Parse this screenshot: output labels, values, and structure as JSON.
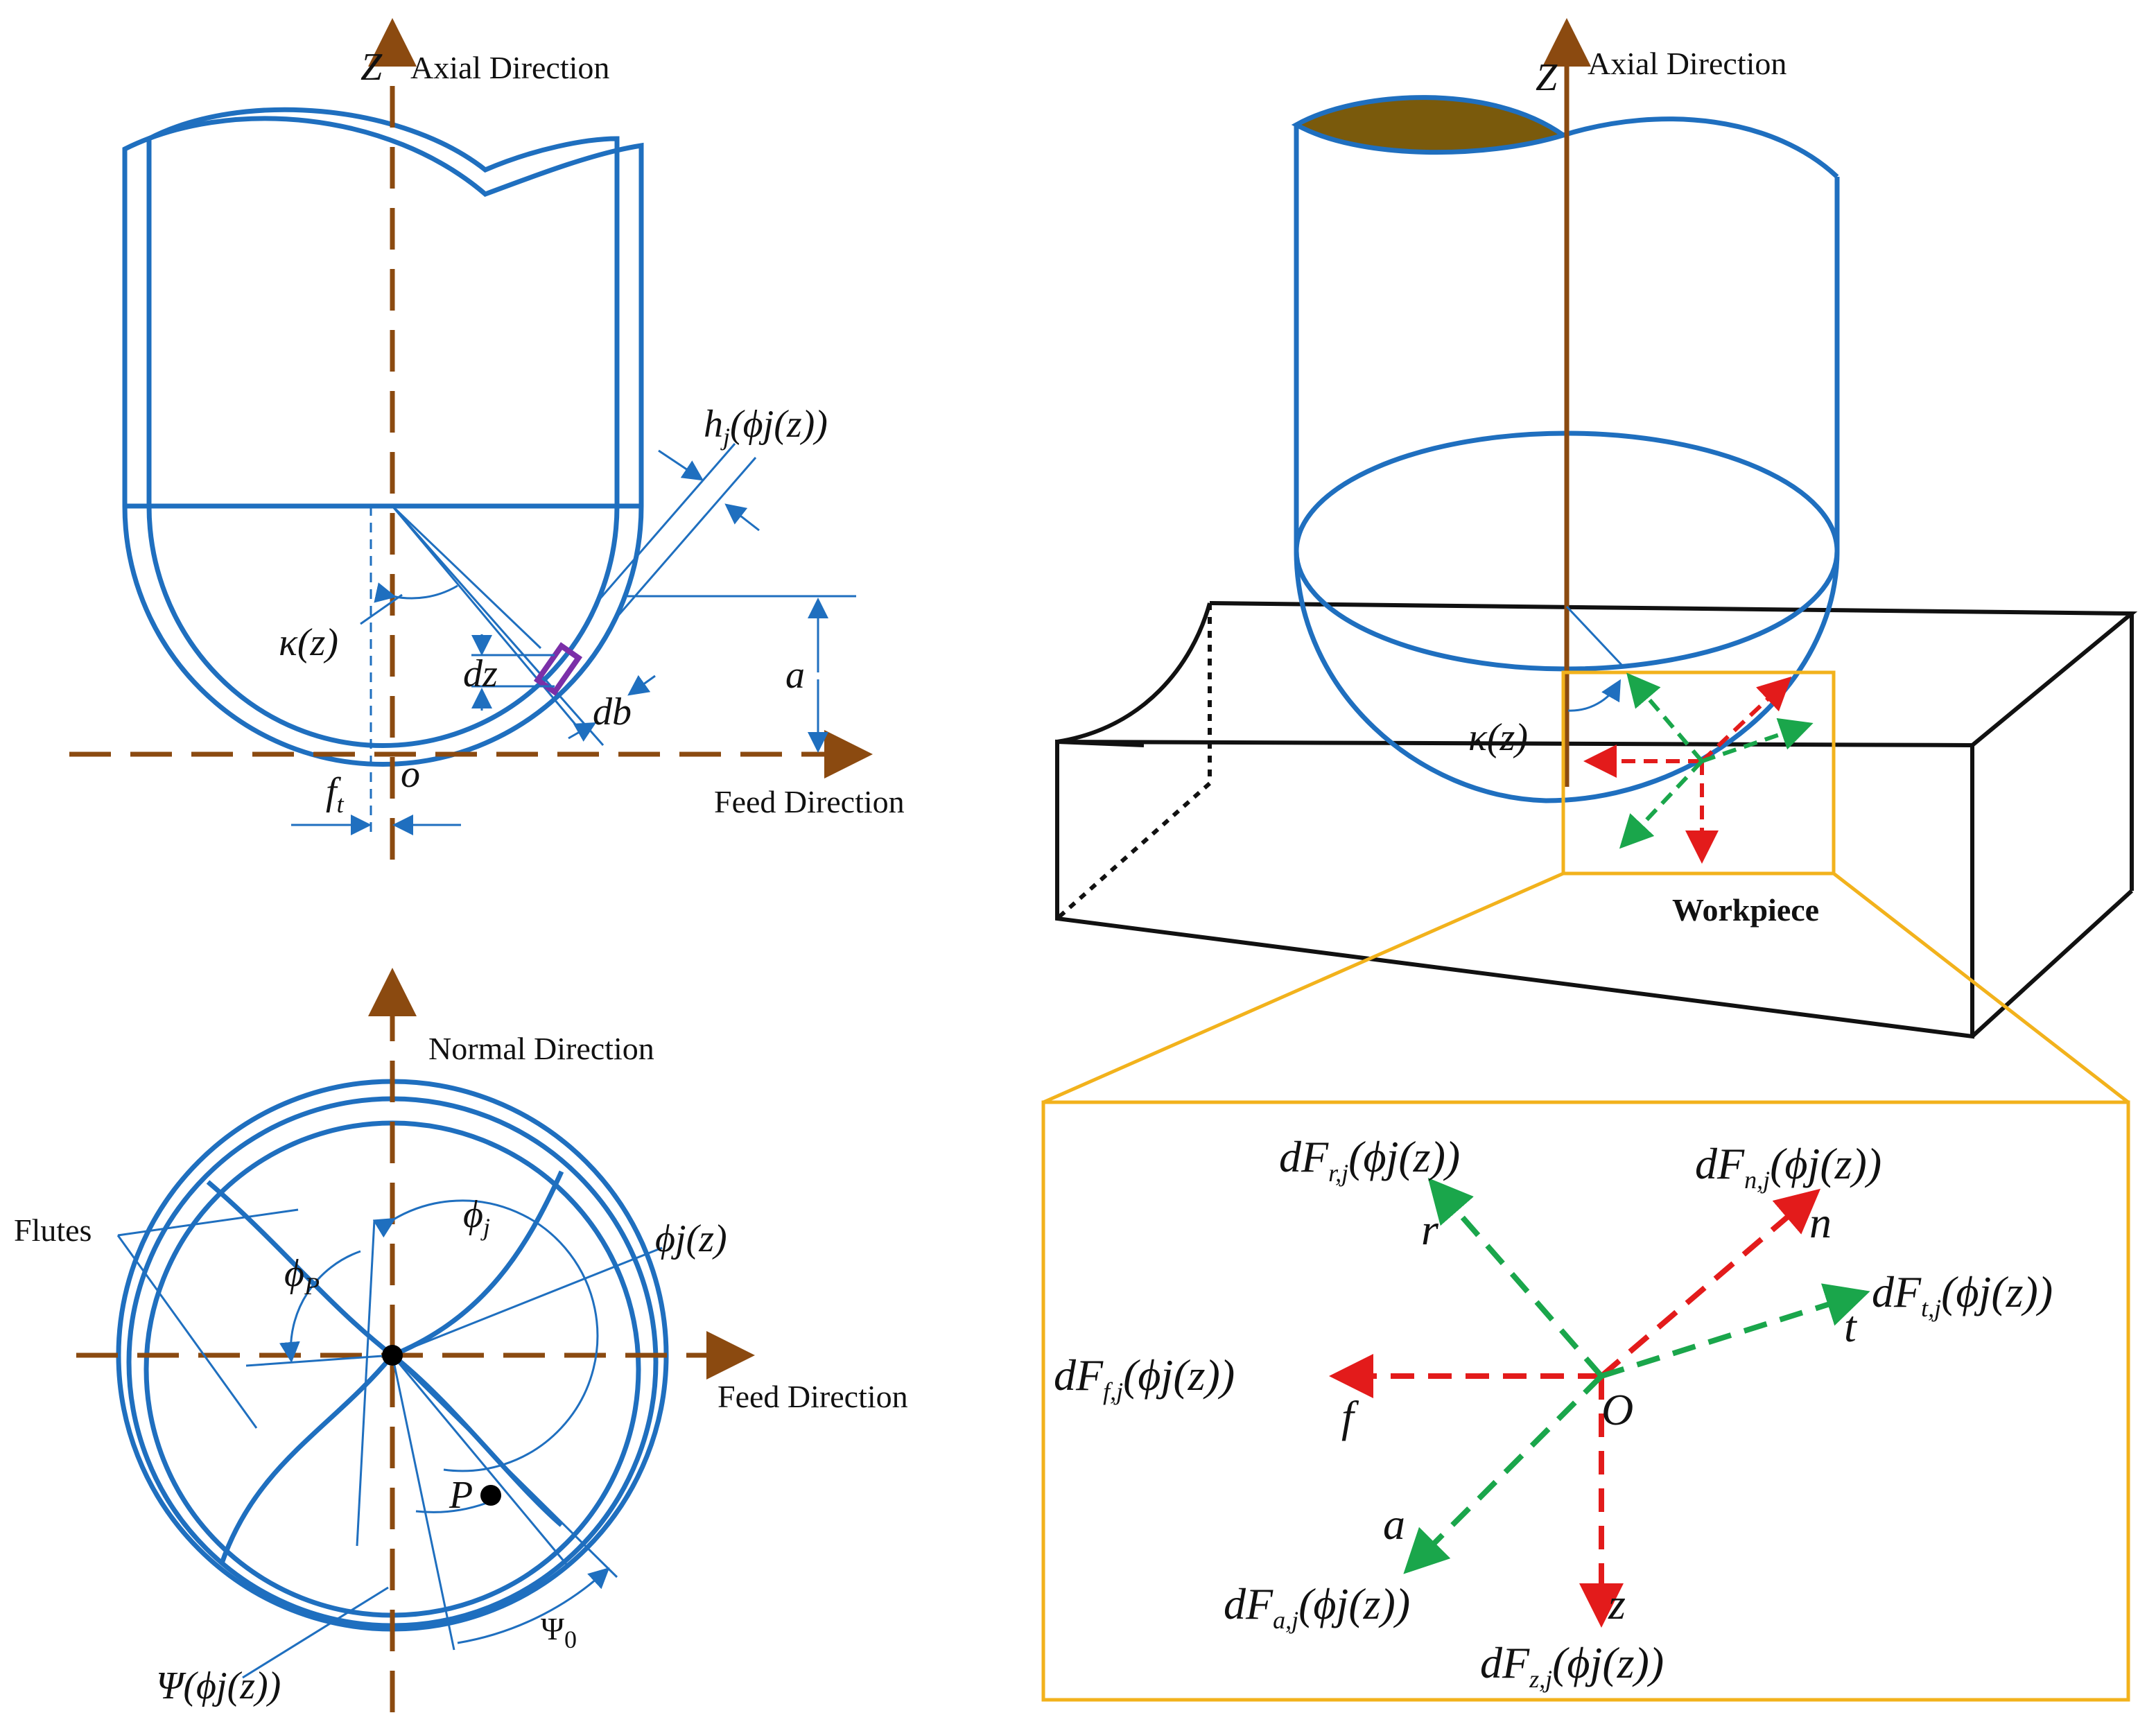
{
  "side_view": {
    "z_axis": "Z",
    "axial_direction": "Axial Direction",
    "feed_direction": "Feed Direction",
    "origin": "o",
    "kappa": "κ(z)",
    "h_label": "h",
    "h_sub": "j",
    "h_arg": "(ϕj(z))",
    "dz": "dz",
    "db": "db",
    "a": "a",
    "f_label": "f",
    "f_sub": "t"
  },
  "top_view": {
    "normal_direction": "Normal Direction",
    "feed_direction": "Feed Direction",
    "flutes": "Flutes",
    "phi_j": "ϕ",
    "phi_j_sub": "j",
    "phi_jz": "ϕj(z)",
    "phi_p": "ϕ",
    "phi_p_sub": "P",
    "p_point": "P",
    "psi0": "Ψ",
    "psi0_sub": "0",
    "psi_phi": "Ψ(ϕj(z))"
  },
  "iso_view": {
    "z_axis": "Z",
    "axial_direction": "Axial Direction",
    "kappa": "κ(z)",
    "workpiece": "Workpiece"
  },
  "detail": {
    "origin": "O",
    "r": "r",
    "n": "n",
    "t": "t",
    "f": "f",
    "a": "a",
    "z": "z",
    "dFr": "dF",
    "dFr_sub": "r,j",
    "dFn": "dF",
    "dFn_sub": "n,j",
    "dFt": "dF",
    "dFt_sub": "t,j",
    "dFf": "dF",
    "dFf_sub": "f,j",
    "dFa": "dF",
    "dFa_sub": "a,j",
    "dFz": "dF",
    "dFz_sub": "z,j",
    "arg": "(ϕj(z))"
  },
  "colors": {
    "tool": "#1f6fbf",
    "axis": "#8b4a10",
    "detail_frame": "#f2b21c",
    "red_force": "#e31b1b",
    "green_force": "#1aa64b",
    "top_cap": "#7a5a0c"
  }
}
